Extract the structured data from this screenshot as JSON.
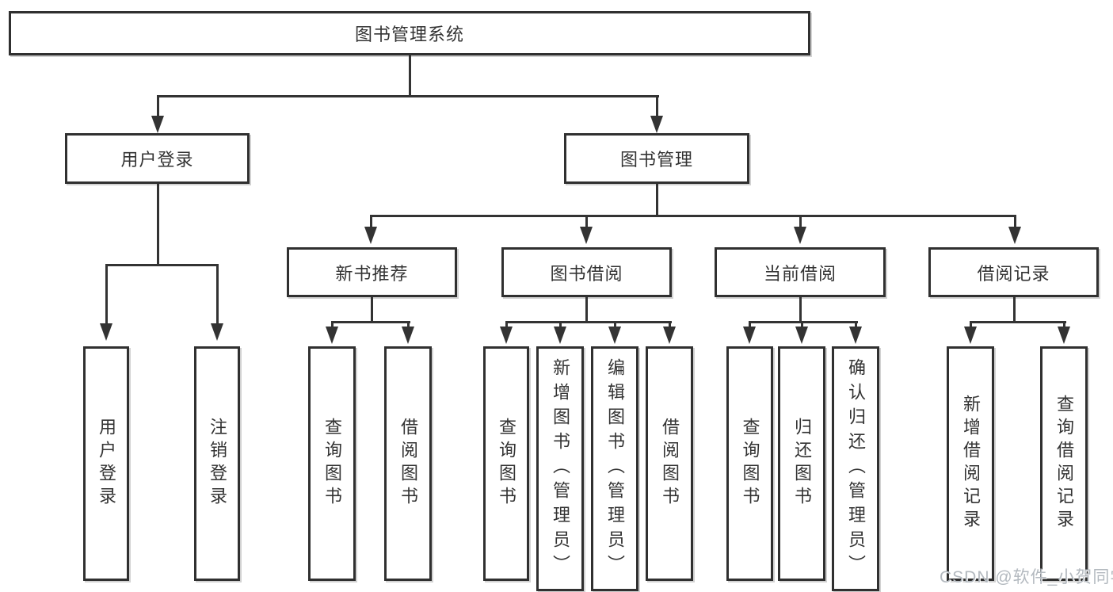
{
  "colors": {
    "line": "#333333",
    "text": "#333333",
    "box_background": "#ffffff",
    "watermark": "#b3b9bf"
  },
  "root": {
    "label": "图书管理系统"
  },
  "level2": {
    "user_login": {
      "label": "用户登录"
    },
    "book_mgmt": {
      "label": "图书管理"
    }
  },
  "level3": {
    "new_books": {
      "label": "新书推荐"
    },
    "borrowing": {
      "label": "图书借阅"
    },
    "current": {
      "label": "当前借阅"
    },
    "records": {
      "label": "借阅记录"
    }
  },
  "leaves": {
    "user_login": [
      "用户登录",
      "注销登录"
    ],
    "new_books": [
      "查询图书",
      "借阅图书"
    ],
    "borrowing": [
      "查询图书",
      "新增图书（管理员）",
      "编辑图书（管理员）",
      "借阅图书"
    ],
    "current": [
      "查询图书",
      "归还图书",
      "确认归还（管理员）"
    ],
    "records": [
      "新增借阅记录",
      "查询借阅记录"
    ]
  },
  "watermark": "CSDN @软件_小贺同学"
}
